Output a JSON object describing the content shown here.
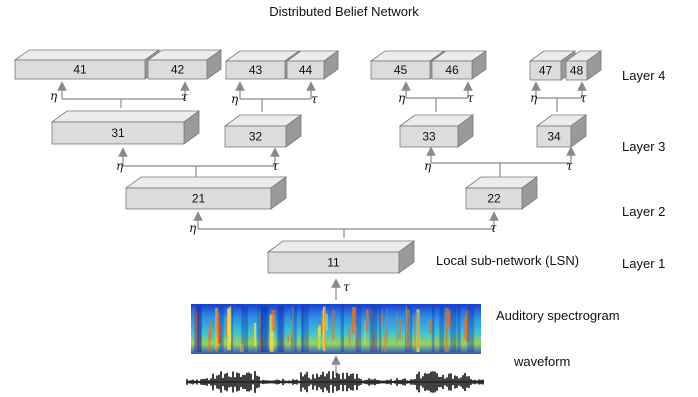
{
  "title": "Distributed Belief Network",
  "layer_labels": {
    "l4": "Layer 4",
    "l3": "Layer 3",
    "l2": "Layer 2",
    "l1": "Layer 1"
  },
  "annotations": {
    "lsn": "Local sub-network (LSN)",
    "spectrogram": "Auditory spectrogram",
    "waveform": "waveform"
  },
  "symbols": {
    "eta": "η",
    "tau": "τ"
  },
  "nodes": {
    "n41": "41",
    "n42": "42",
    "n43": "43",
    "n44": "44",
    "n45": "45",
    "n46": "46",
    "n47": "47",
    "n48": "48",
    "n31": "31",
    "n32": "32",
    "n33": "33",
    "n34": "34",
    "n21": "21",
    "n22": "22",
    "n11": "11"
  },
  "colors": {
    "box_front": "#dcdcdc",
    "box_top": "#ececec",
    "box_side": "#9a9a9a",
    "edge": "#7a7a7a",
    "arrow": "#8a8a8a"
  }
}
